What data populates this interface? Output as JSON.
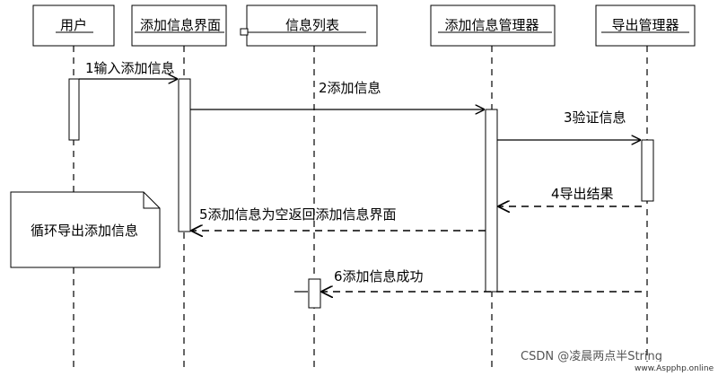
{
  "participants": {
    "user": "用户",
    "ui": "添加信息界面",
    "list": "信息列表",
    "manager": "添加信息管理器",
    "export": "导出管理器"
  },
  "messages": {
    "m1": "1输入添加信息",
    "m2": "2添加信息",
    "m3": "3验证信息",
    "m4": "4导出结果",
    "m5": "5添加信息为空返回添加信息界面",
    "m6": "6添加信息成功"
  },
  "note": {
    "text": "循环导出添加信息"
  },
  "watermark": {
    "line1": "CSDN @凌晨两点半String",
    "line2": "www.Aspphp.online"
  }
}
